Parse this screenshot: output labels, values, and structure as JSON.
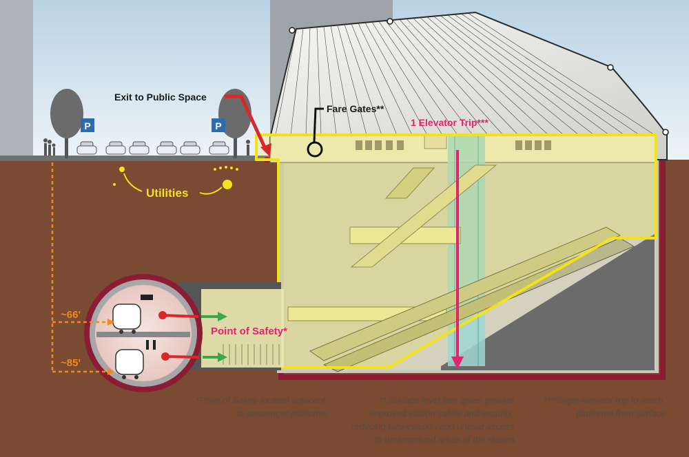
{
  "labels": {
    "exit": "Exit to Public Space",
    "fare_gates": "Fare Gates**",
    "elevator_trip": "1 Elevator Trip***",
    "utilities": "Utilities",
    "point_of_safety": "Point of Safety*",
    "depth_upper": "~66'",
    "depth_lower": "~85'",
    "parking_1": "P",
    "parking_2": "P"
  },
  "notes": {
    "safety": [
      "*Point of Safety located adjacent",
      "to passenger platforms"
    ],
    "fare": [
      "** Surface level fare gates provide",
      "improved station safety and security,",
      "reducing fare evasion and unpaid access",
      "to underground areas of the station."
    ],
    "elevator": [
      "***Single elevator trip to reach",
      "platforms from surface"
    ]
  },
  "colors": {
    "sky": "#d9e8f2",
    "soil": "#7b4a33",
    "highlight": "#f2e21a",
    "elevator_arrow": "#e0246e",
    "safety_text": "#e0246e",
    "tunnel_ring": "#8a1c34",
    "exit_arrow": "#d62a2a",
    "green_arrow": "#3aa84a",
    "depth_line": "#f08a1c"
  }
}
